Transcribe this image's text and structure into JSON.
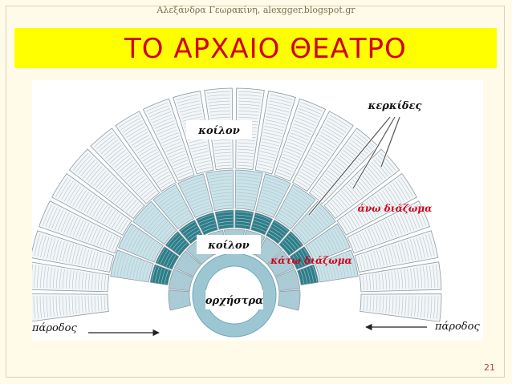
{
  "header": {
    "credit": "Αλεξάνδρα Γεωρακίνη, alexgger.blogspot.gr"
  },
  "title": "ΤΟ ΑΡΧΑΙΟ ΘΕΑΤΡΟ",
  "diagram": {
    "labels": {
      "koilon_top": "κοίλον",
      "kerkides": "κερκίδες",
      "ano_diazoma": "άνω διάζωμα",
      "koilon_inner": "κοίλον",
      "kato_diazoma": "κάτω διάζωμα",
      "orchistra": "ορχήστρα",
      "parodos_left": "πάροδος",
      "parodos_right": "πάροδος"
    },
    "colors": {
      "outer_seats": "#f3f6f8",
      "upper_inner_seats": "#c9e3ea",
      "dark_ring": "#2a7f8a",
      "lower_seats": "#a9cdd8",
      "orchestra_ring": "#9cc7d2",
      "red_label": "#d1001c",
      "title": "#d1001c",
      "title_bg": "#ffff00"
    }
  },
  "page": {
    "number": "21"
  }
}
